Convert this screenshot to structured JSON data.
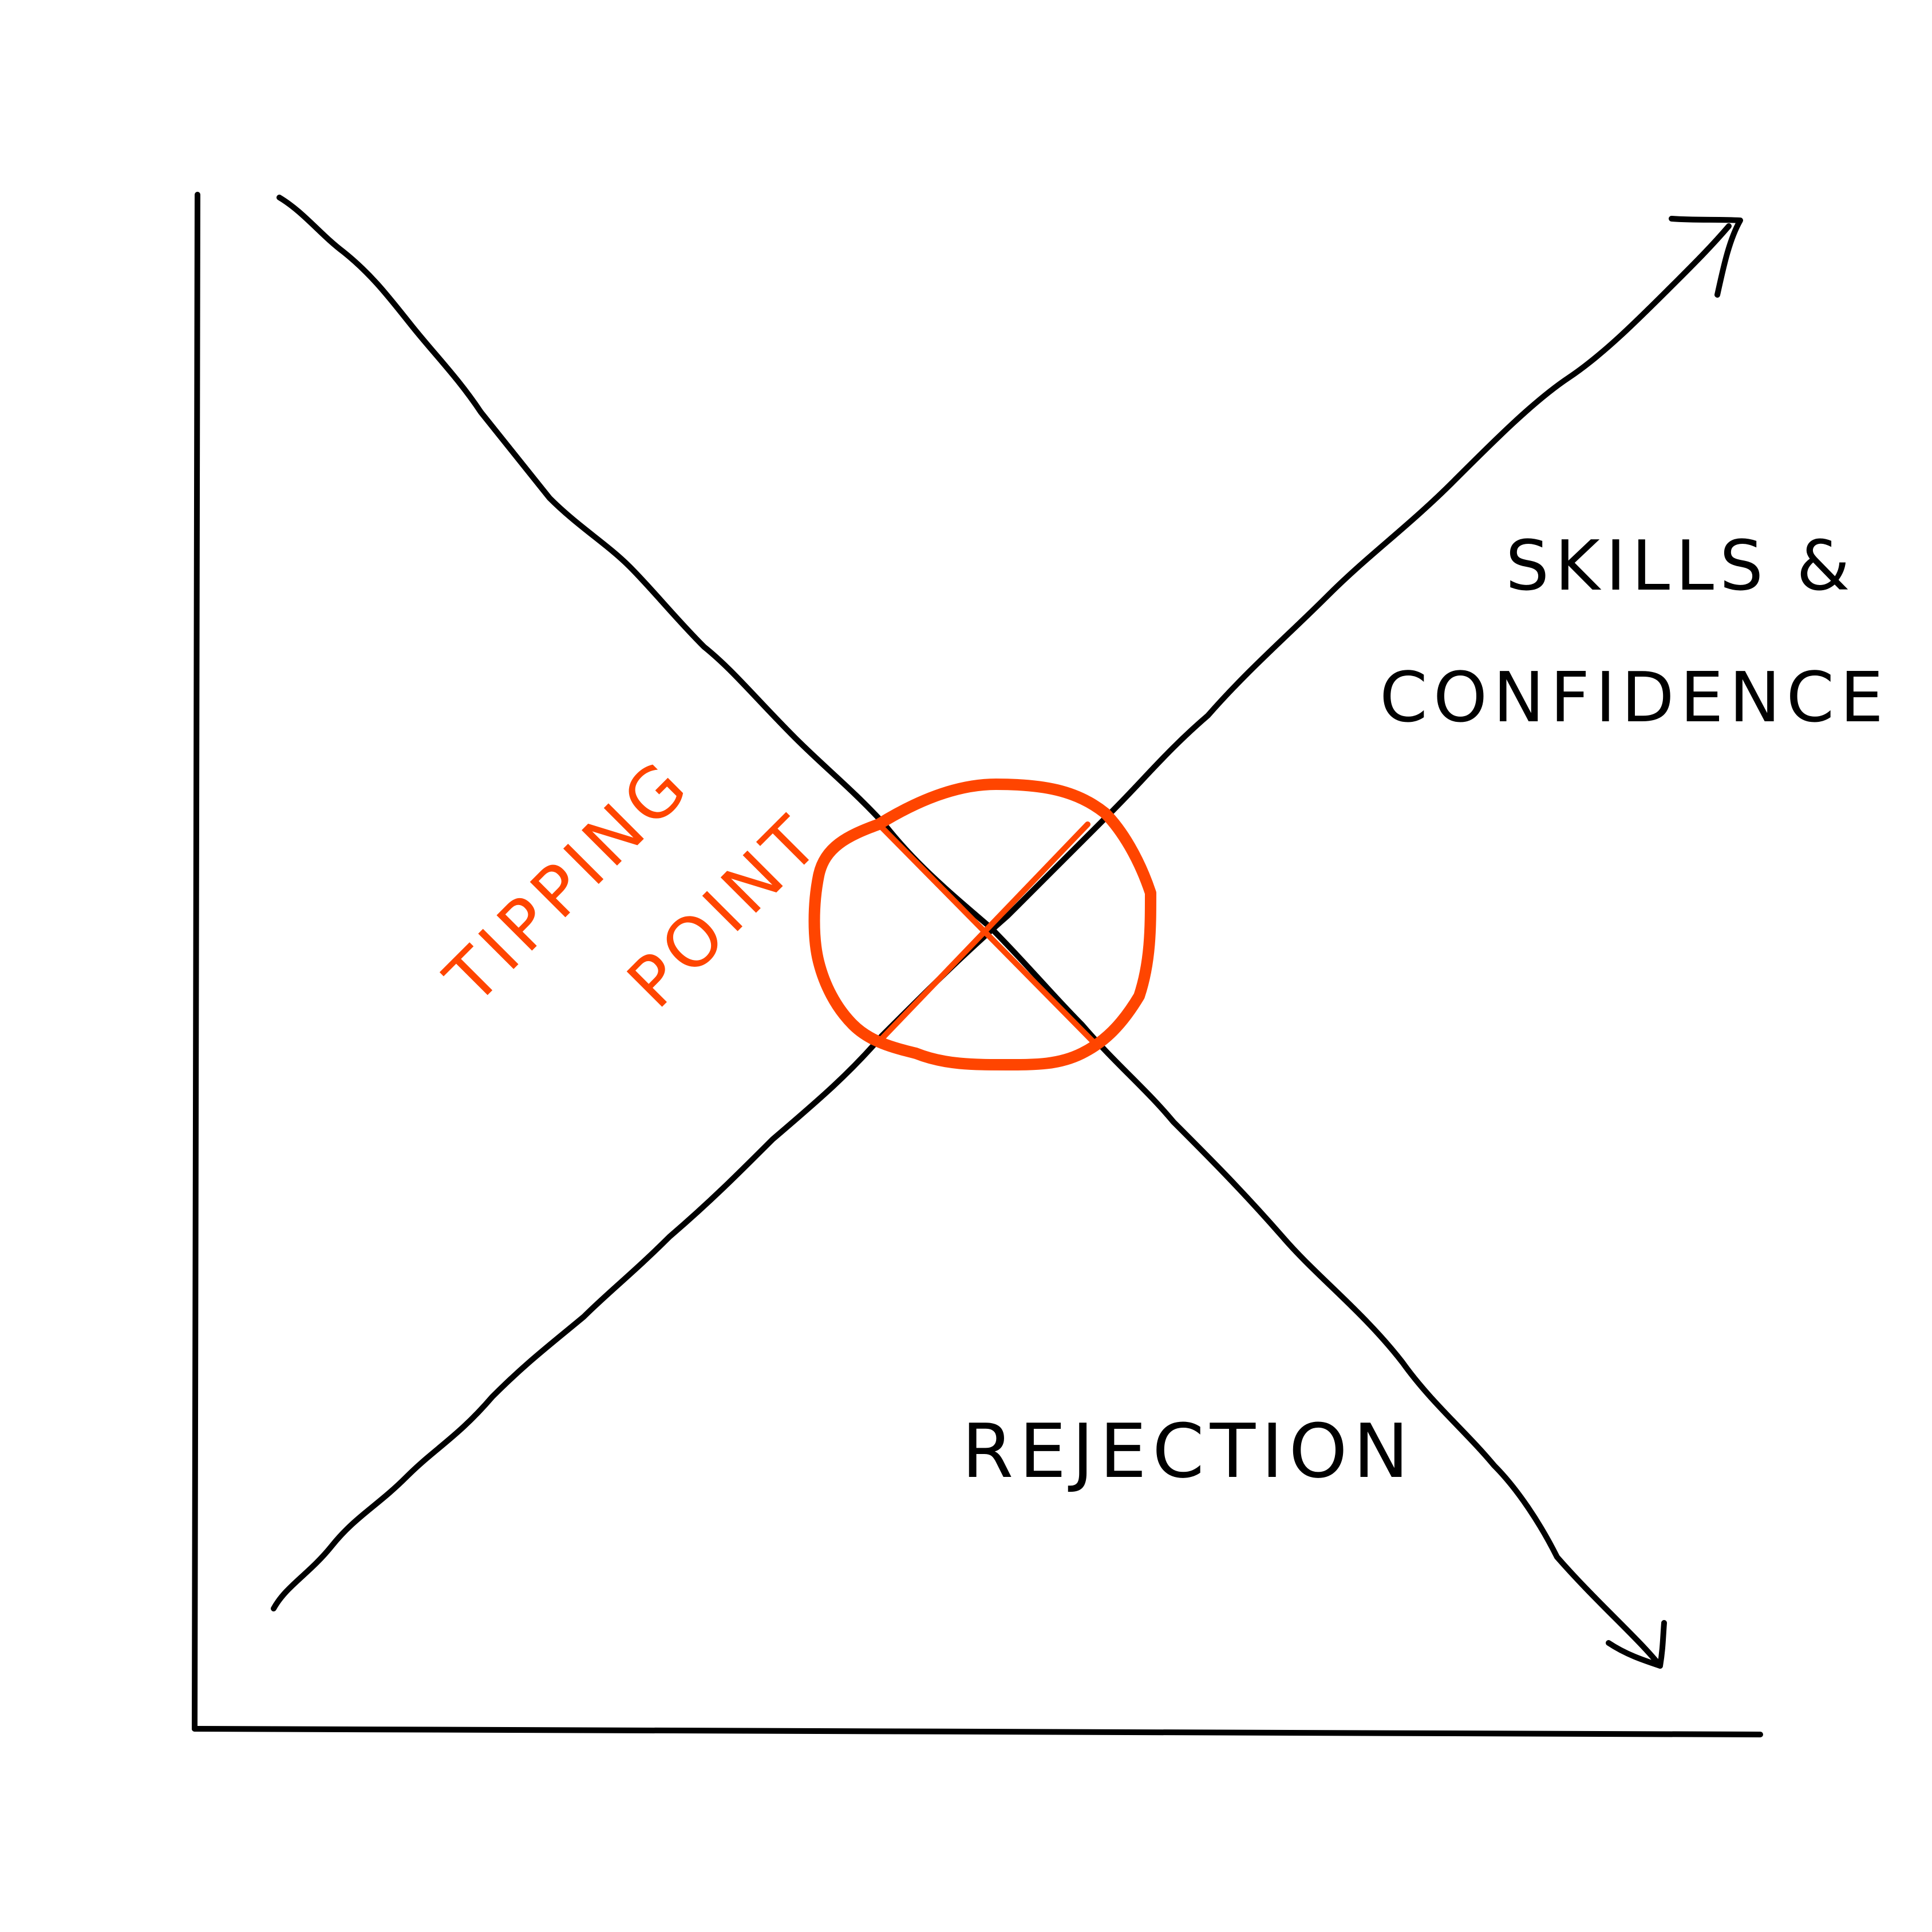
{
  "diagram": {
    "labels": {
      "skills_line1": "SKILLS &",
      "skills_line2": "CONFIDENCE",
      "rejection": "REJECTION",
      "tipping_line1": "TIPPING",
      "tipping_line2": "POINT"
    },
    "colors": {
      "ink": "#000000",
      "highlight": "#ff4500",
      "background": "#ffffff"
    },
    "concepts": {
      "rising_line": "skills & confidence increasing",
      "falling_line": "rejection decreasing",
      "crossing_marker": "tipping point circled"
    }
  }
}
